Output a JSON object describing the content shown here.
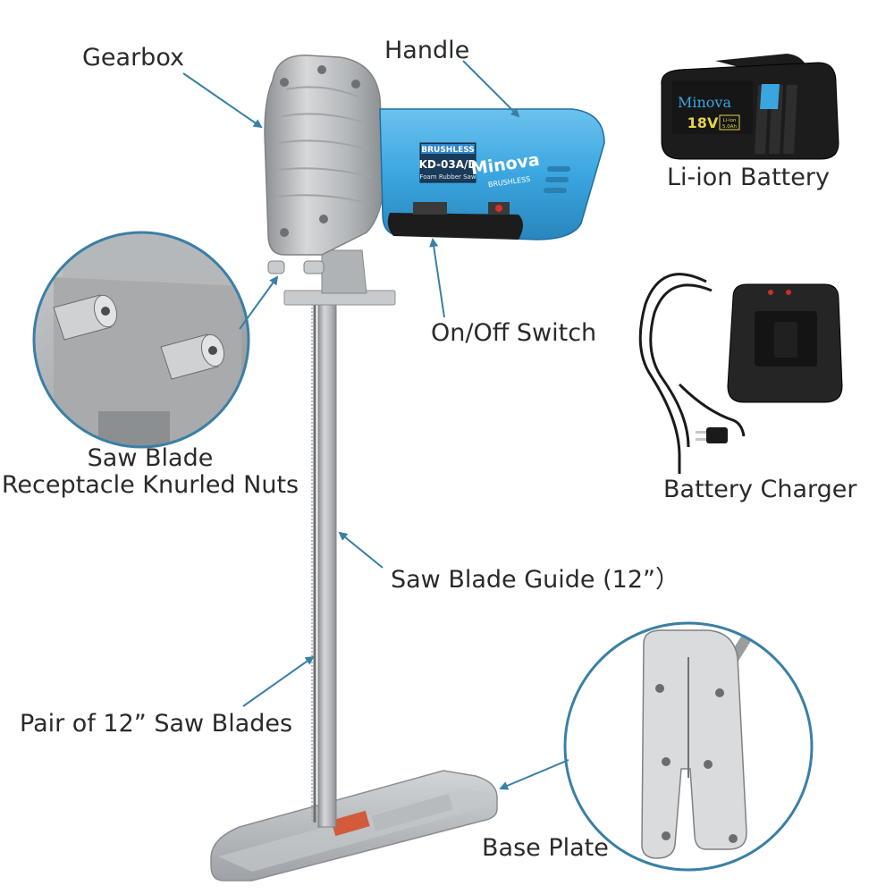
{
  "labels": {
    "gearbox": "Gearbox",
    "handle": "Handle",
    "battery": "Li-ion Battery",
    "on_off_switch": "On/Off Switch",
    "knurled_nuts_line1": "Saw Blade",
    "knurled_nuts_line2": "Receptacle Knurled Nuts",
    "charger": "Battery Charger",
    "blade_guide": "Saw Blade Guide (12”）",
    "saw_blades": "Pair of 12” Saw Blades",
    "base_plate": "Base Plate"
  },
  "product_text": {
    "brushless_badge": "BRUSHLESS",
    "model": "KD-03A/D",
    "model_sub": "Foam Rubber Saw",
    "brand": "Minova",
    "brand_sub": "BRUSHLESS",
    "battery_brand": "Minova",
    "battery_voltage": "18V",
    "battery_type": "Li-ion",
    "battery_capacity": "5.0Ah"
  },
  "colors": {
    "arrow": "#3a7fa6",
    "tool_blue": "#3aa6e0",
    "metal": "#b9bcbf",
    "label_text": "#2a2a2a"
  }
}
